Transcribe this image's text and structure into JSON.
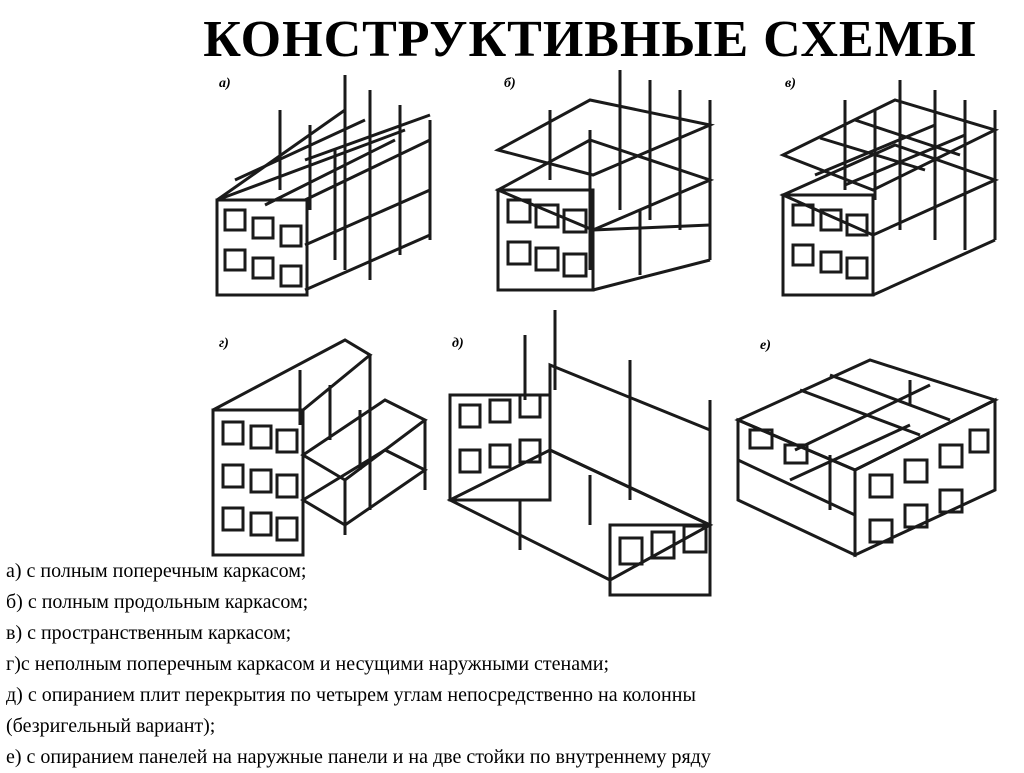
{
  "title": "КОНСТРУКТИВНЫЕ СХЕМЫ",
  "panels": [
    {
      "id": "a",
      "label": "а)"
    },
    {
      "id": "b",
      "label": "б)"
    },
    {
      "id": "v",
      "label": "в)"
    },
    {
      "id": "g",
      "label": "г)"
    },
    {
      "id": "d",
      "label": "д)"
    },
    {
      "id": "e",
      "label": "е)"
    }
  ],
  "captions": [
    "а) с полным поперечным каркасом;",
    "б) с полным продольным каркасом;",
    "в) с пространственным каркасом;",
    "г)с неполным поперечным каркасом и несущими наружными стенами;",
    "д) с опиранием плит перекрытия по четырем углам непосредственно на колонны",
    "(безригельный вариант);",
    "е) с опиранием панелей на наружные панели и на две стойки по внутреннему ряду"
  ],
  "colors": {
    "line": "#1a1a1a",
    "background": "#ffffff"
  }
}
